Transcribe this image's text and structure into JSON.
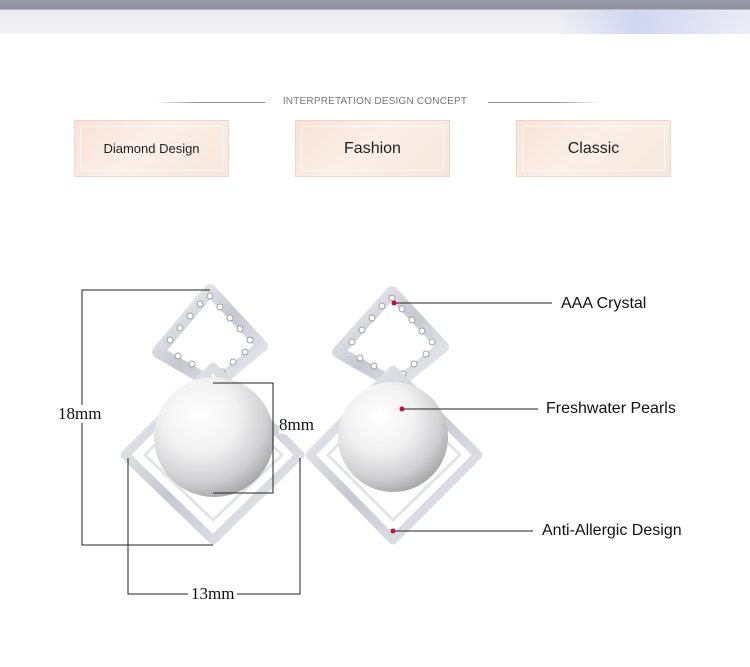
{
  "heading": {
    "text": "INTERPRETATION DESIGN CONCEPT"
  },
  "features": [
    {
      "label": "Diamond Design"
    },
    {
      "label": "Fashion"
    },
    {
      "label": "Classic"
    }
  ],
  "dimensions": {
    "height": "18mm",
    "pearl": "8mm",
    "width": "13mm"
  },
  "callouts": [
    {
      "label": "AAA Crystal"
    },
    {
      "label": "Freshwater Pearls"
    },
    {
      "label": "Anti-Allergic Design"
    }
  ],
  "colors": {
    "card_bg": "#f8e2d6",
    "callout_dot": "#c8102e",
    "metal": "#d6d8de"
  }
}
